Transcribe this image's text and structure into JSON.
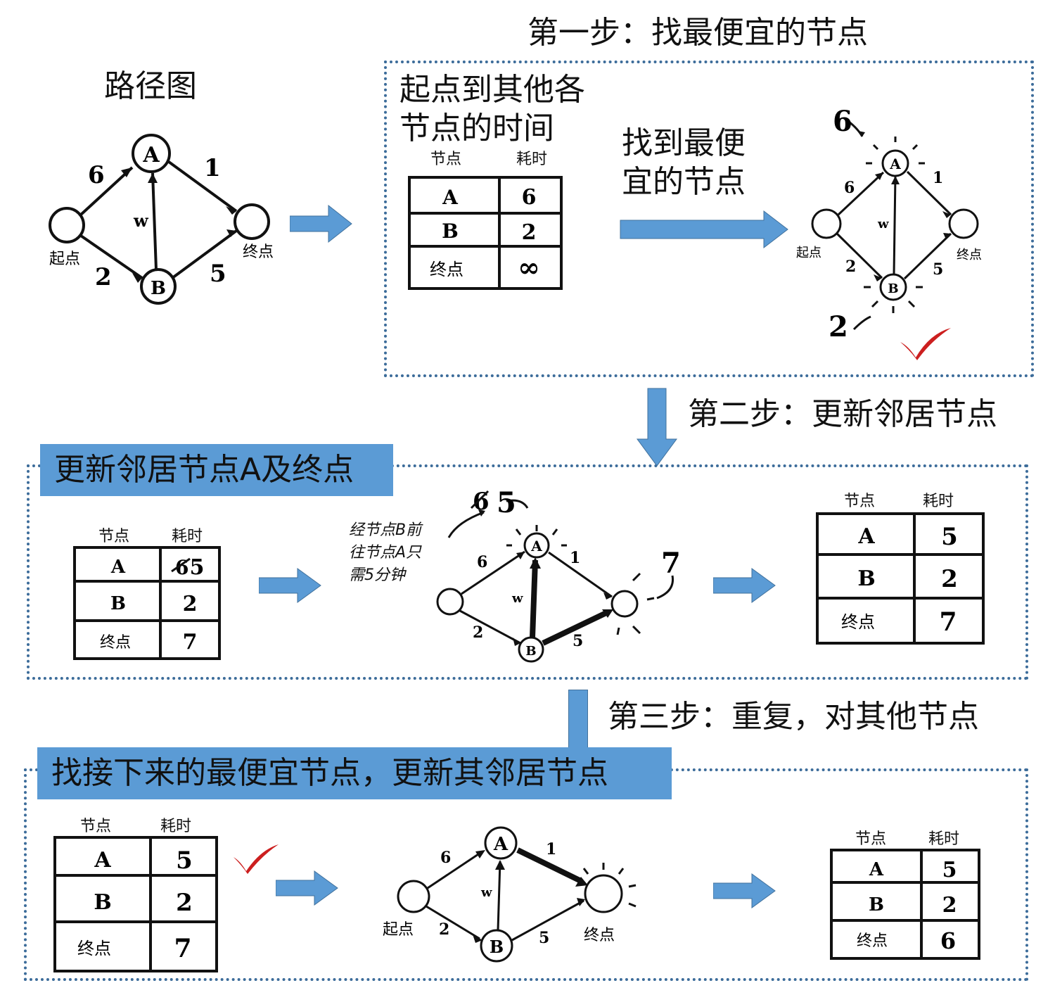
{
  "route_title": "路径图",
  "step1": {
    "label": "第一步：找最便宜的节点",
    "box_title": "起点到其他各节点的时间",
    "find_text": "找到最便宜的节点"
  },
  "step2": {
    "label": "第二步：更新邻居节点",
    "banner": "更新邻居节点A及终点",
    "note": [
      "经节点B前",
      "往节点A只",
      "需5分钟"
    ]
  },
  "step3": {
    "label": "第三步：重复，对其他节点",
    "banner": "找接下来的最便宜节点，更新其邻居节点"
  },
  "graph": {
    "node_a": "A",
    "node_b": "B",
    "start": "起点",
    "end": "终点",
    "edge_sa": "6",
    "edge_sb": "2",
    "edge_ae": "1",
    "edge_be": "5",
    "edge_ba": "w"
  },
  "table_header": {
    "node": "节点",
    "time": "耗时"
  },
  "tables": {
    "t1": [
      [
        "A",
        "6"
      ],
      [
        "B",
        "2"
      ],
      [
        "终点",
        "∞"
      ]
    ],
    "t2": [
      [
        "A",
        "5"
      ],
      [
        "B",
        "2"
      ],
      [
        "终点",
        "7"
      ]
    ],
    "t3": [
      [
        "A",
        "5"
      ],
      [
        "B",
        "2"
      ],
      [
        "终点",
        "7"
      ]
    ],
    "t4": [
      [
        "A",
        "5"
      ],
      [
        "B",
        "2"
      ],
      [
        "终点",
        "7"
      ]
    ],
    "t5": [
      [
        "A",
        "5"
      ],
      [
        "B",
        "2"
      ],
      [
        "终点",
        "6"
      ]
    ]
  },
  "annotations": {
    "six": "6",
    "two": "2",
    "crossed_six": "6",
    "five": "5",
    "seven": "7"
  },
  "colors": {
    "arrow_blue": "#5b9bd5",
    "dots": "#3c6c9a",
    "check_red": "#cc1f1f"
  }
}
